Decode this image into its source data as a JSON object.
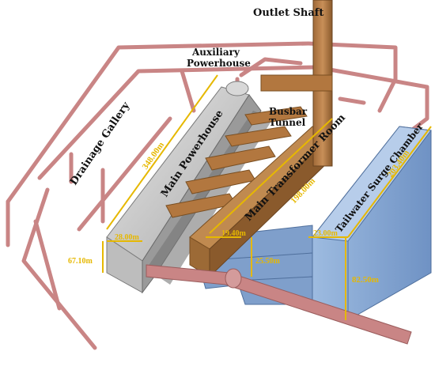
{
  "labels": {
    "outlet_shaft": "Outlet Shaft",
    "aux_line1": "Auxiliary",
    "aux_line2": "Powerhouse",
    "busbar_line1": "Busbar",
    "busbar_line2": "Tunnel",
    "drainage": "Drainage Gallery",
    "main_powerhouse": "Main Powerhouse",
    "main_transformer": "Main Transformer Room",
    "tailwater": "Tailwater Surge Chamber"
  },
  "dimensions": {
    "powerhouse_length": "348.00m",
    "powerhouse_width": "28.00m",
    "powerhouse_height": "67.10m",
    "transformer_length": "198.00m",
    "transformer_width": "19.40m",
    "transformer_height": "25.50m",
    "surge_width": "23.00m",
    "surge_length": "203.40m",
    "surge_height": "82.50m"
  },
  "colors": {
    "gallery_pipe": "#c98585",
    "powerhouse": "#cfcfcf",
    "transformer": "#b2773f",
    "surge_chamber": "#8fb0d8",
    "dimension": "#e6b800"
  }
}
